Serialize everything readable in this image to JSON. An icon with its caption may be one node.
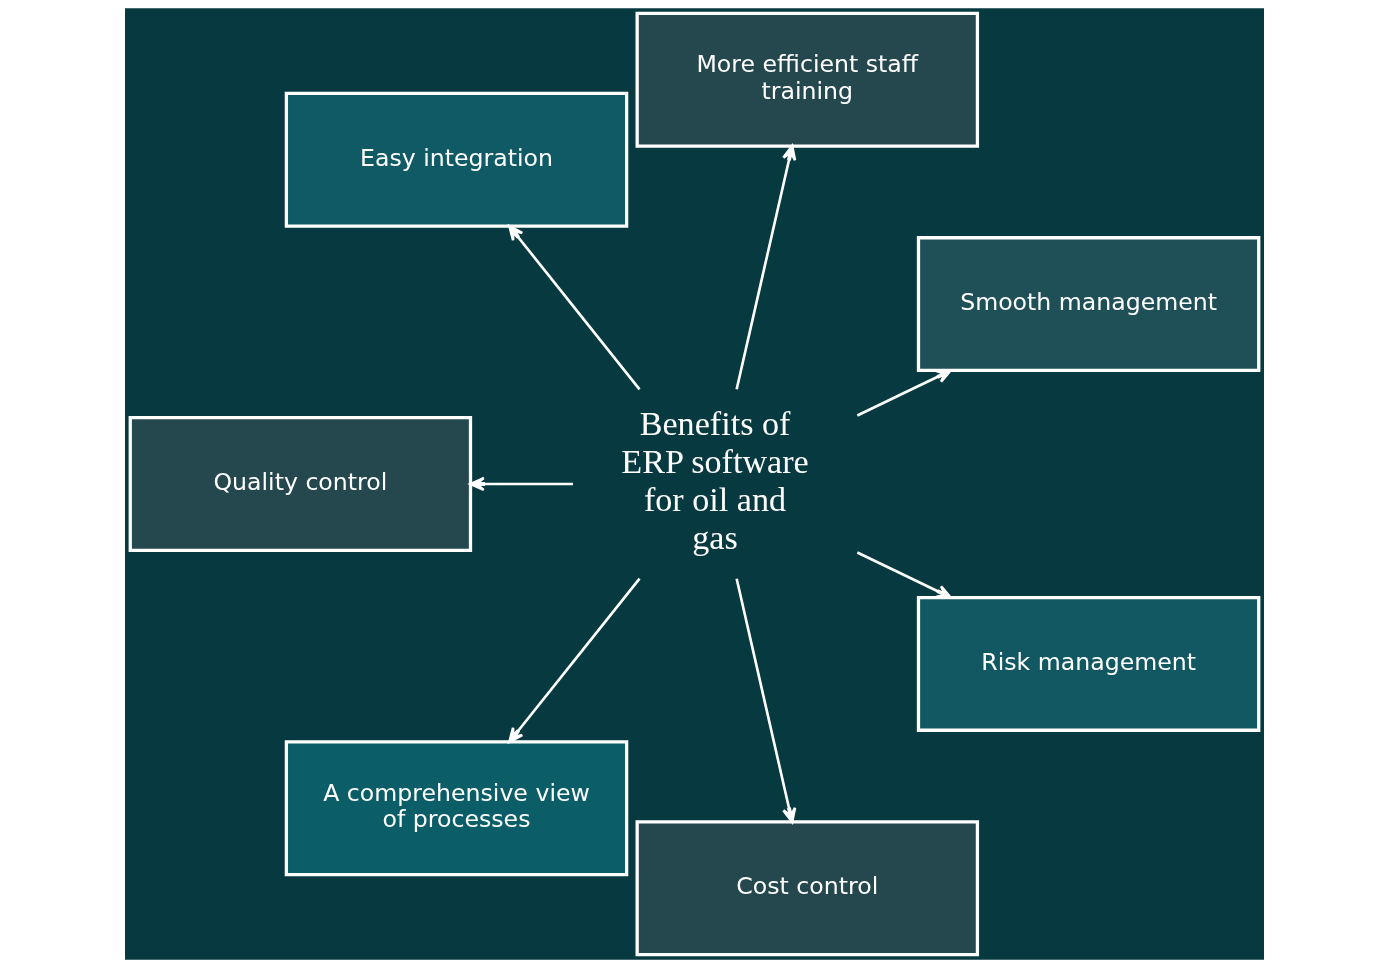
{
  "diagram": {
    "nodes": [
      {
        "text": [
          "Smooth management"
        ]
      },
      {
        "text": [
          "More efficient staff training"
        ]
      },
      {
        "text": [
          "Easy integration"
        ]
      },
      {
        "text": [
          "Benefits of ERP software for oil and gas"
        ]
      },
      {
        "text": [
          "Quality control"
        ]
      },
      {
        "text": [
          "A comprehensive view of processes"
        ]
      },
      {
        "text": [
          "Cost control"
        ]
      },
      {
        "text": [
          "Risk management"
        ]
      }
    ],
    "edges": [
      {
        "from": 3,
        "to": 0,
        "arrow": "to"
      },
      {
        "from": 3,
        "to": 2,
        "arrow": "to"
      },
      {
        "from": 3,
        "to": 5,
        "arrow": "to"
      },
      {
        "from": 3,
        "to": 7,
        "arrow": "to"
      },
      {
        "from": 3,
        "to": 6,
        "arrow": "to"
      },
      {
        "from": 3,
        "to": 4,
        "arrow": "to"
      },
      {
        "from": 3,
        "to": 1,
        "arrow": "to"
      }
    ]
  }
}
